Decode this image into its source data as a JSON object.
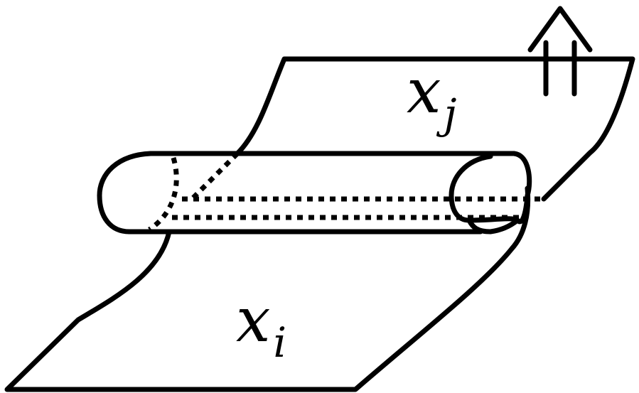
{
  "labels": {
    "upper_sheet": {
      "base": "x",
      "sub": "j"
    },
    "lower_sheet": {
      "base": "x",
      "sub": "i"
    }
  },
  "icons": {
    "arrow": "double-shaft-up-arrow-icon"
  },
  "colors": {
    "stroke": "#000000",
    "background": "#ffffff"
  }
}
